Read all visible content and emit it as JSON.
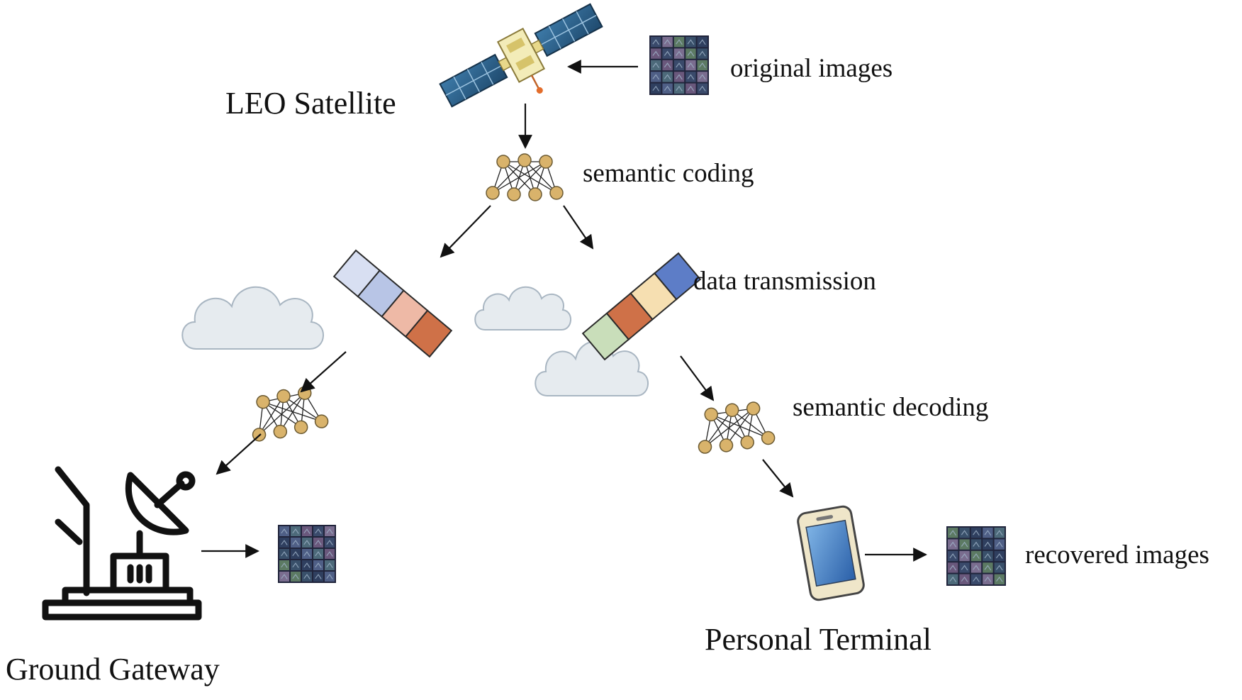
{
  "labels": {
    "leo_satellite": "LEO Satellite",
    "original_images": "original images",
    "semantic_coding": "semantic coding",
    "data_transmission": "data transmission",
    "semantic_decoding": "semantic decoding",
    "recovered_images": "recovered images",
    "personal_terminal": "Personal Terminal",
    "ground_gateway": "Ground Gateway"
  },
  "packets": {
    "left": [
      "#d8dff2",
      "#b8c5e6",
      "#eeb9a6",
      "#cf7148"
    ],
    "right": [
      "#5d7dc7",
      "#f6dfb1",
      "#cf7148",
      "#c9deba"
    ]
  },
  "colors": {
    "stroke": "#111111",
    "node": "#d9b36b",
    "cloud": "#e6ebef",
    "solar_panel": "#2f5f87",
    "phone_body": "#efe6c9",
    "phone_screen": "#3f7bbf"
  },
  "icons": [
    "satellite-icon",
    "neural-network-icon",
    "cloud-icon",
    "ground-station-icon",
    "phone-icon",
    "image-grid-icon"
  ]
}
